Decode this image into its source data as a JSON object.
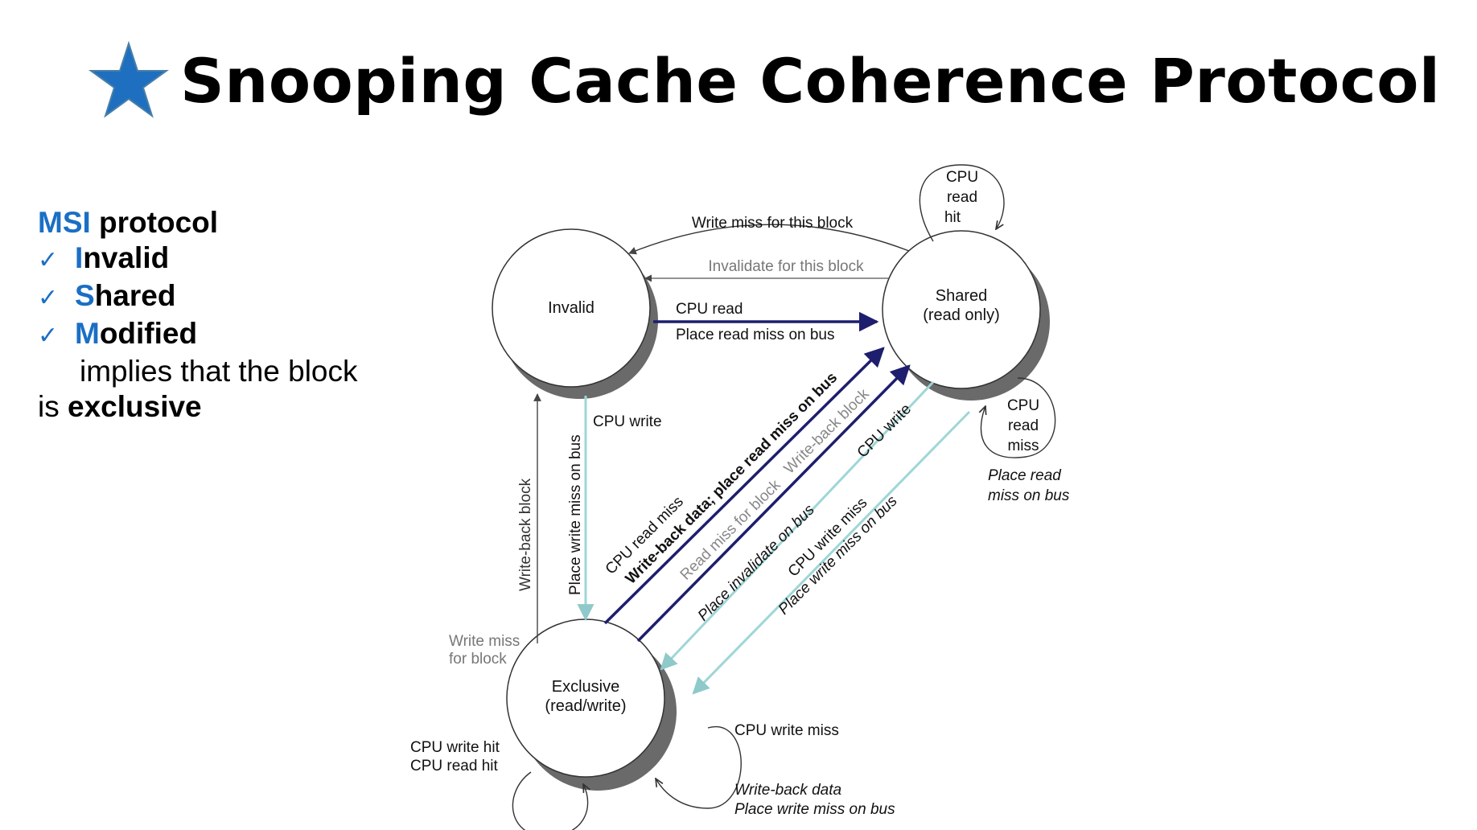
{
  "title": "Snooping Cache Coherence Protocol",
  "left_panel": {
    "heading_accent": "MSI",
    "heading_rest": " protocol",
    "items": [
      {
        "check": "✓",
        "accent": "I",
        "rest": "nvalid"
      },
      {
        "check": "✓",
        "accent": "S",
        "rest": "hared"
      },
      {
        "check": "✓",
        "accent": "M",
        "rest": "odified"
      }
    ],
    "note_line1": "implies that the block",
    "note_line2_pre": "is ",
    "note_line2_bold": "exclusive"
  },
  "diagram": {
    "states": {
      "invalid": "Invalid",
      "shared_l1": "Shared",
      "shared_l2": "(read only)",
      "exclusive_l1": "Exclusive",
      "exclusive_l2": "(read/write)"
    },
    "labels": {
      "write_miss_this_block": "Write miss for this block",
      "invalidate_this_block": "Invalidate for this block",
      "cpu_read": "CPU read",
      "place_read_miss_on_bus": "Place read miss on bus",
      "cpu_read_hit_l1": "CPU",
      "cpu_read_hit_l2": "read",
      "cpu_read_hit_l3": "hit",
      "cpu_read_miss_l1": "CPU",
      "cpu_read_miss_l2": "read",
      "cpu_read_miss_l3": "miss",
      "place_read_miss_bus_l1": "Place read",
      "place_read_miss_bus_l2": "miss on bus",
      "cpu_write": "CPU write",
      "place_write_miss_on_bus": "Place write miss on bus",
      "write_back_block_left": "Write-back block",
      "write_miss_for_block_l1": "Write miss",
      "write_miss_for_block_l2": "for block",
      "cpu_read_miss_diag": "CPU read miss",
      "write_back_data_place_read_miss": "Write-back data; place read miss on bus",
      "read_miss_for_block": "Read miss for block",
      "write_back_block_diag": "Write-back block",
      "cpu_write_diag": "CPU write",
      "place_invalidate_on_bus": "Place invalidate on bus",
      "cpu_write_miss_diag": "CPU write miss",
      "place_write_miss_on_bus_diag": "Place write miss on bus",
      "cpu_write_hit": "CPU write hit",
      "cpu_read_hit": "CPU read hit",
      "cpu_write_miss": "CPU write miss",
      "write_back_data": "Write-back data",
      "place_write_miss_on_bus_bottom": "Place write miss on bus"
    }
  },
  "colors": {
    "accent_blue": "#1a6fc4",
    "star_blue": "#1e6fbf",
    "arrow_dark": "#1e1e6e",
    "arrow_light": "#9fd6d6",
    "arrow_gray": "#555555",
    "shadow_gray": "#6a6a6a"
  }
}
